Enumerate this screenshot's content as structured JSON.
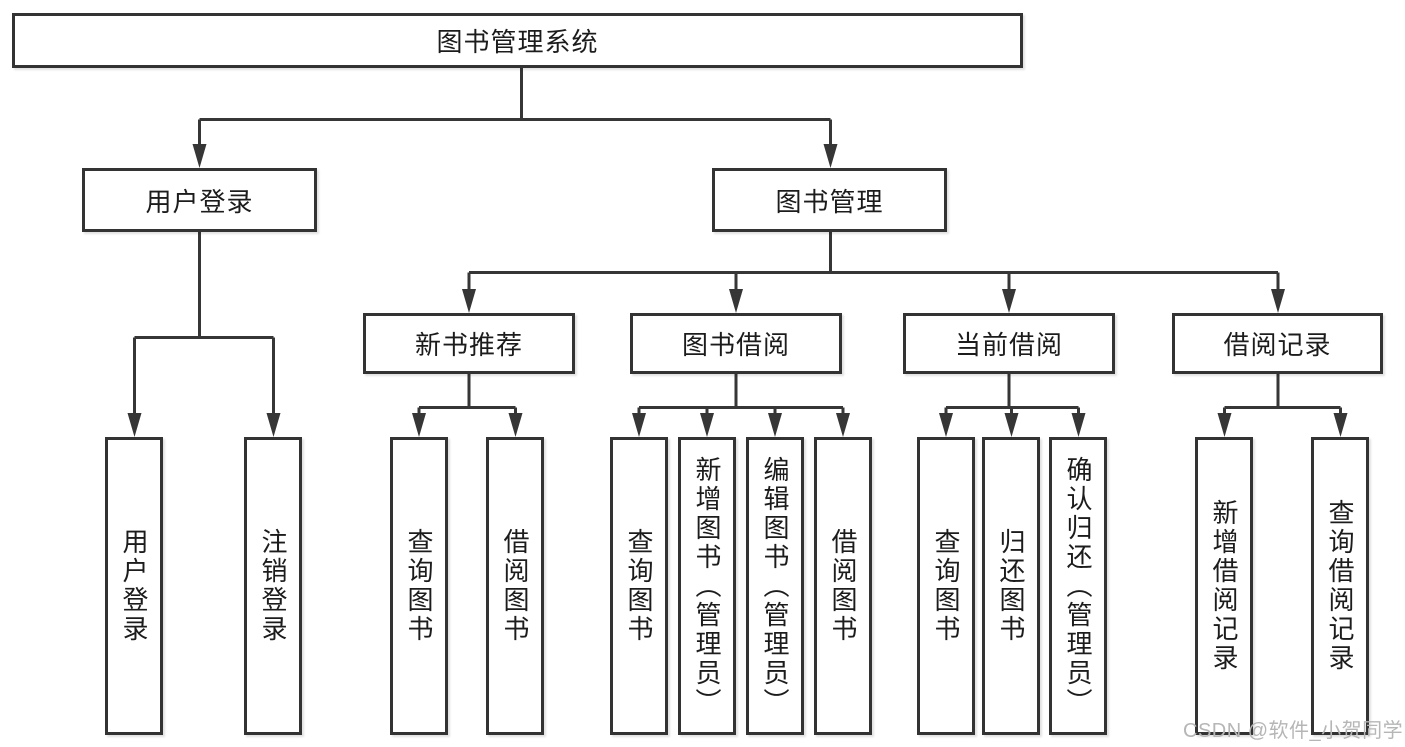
{
  "tree": {
    "label": "图书管理系统",
    "children": [
      {
        "label": "用户登录",
        "children": [
          {
            "label": "用户登录"
          },
          {
            "label": "注销登录"
          }
        ]
      },
      {
        "label": "图书管理",
        "children": [
          {
            "label": "新书推荐",
            "children": [
              {
                "label": "查询图书"
              },
              {
                "label": "借阅图书"
              }
            ]
          },
          {
            "label": "图书借阅",
            "children": [
              {
                "label": "查询图书"
              },
              {
                "label": "新增图书（管理员）"
              },
              {
                "label": "编辑图书（管理员）"
              },
              {
                "label": "借阅图书"
              }
            ]
          },
          {
            "label": "当前借阅",
            "children": [
              {
                "label": "查询图书"
              },
              {
                "label": "归还图书"
              },
              {
                "label": "确认归还（管理员）"
              }
            ]
          },
          {
            "label": "借阅记录",
            "children": [
              {
                "label": "新增借阅记录"
              },
              {
                "label": "查询借阅记录"
              }
            ]
          }
        ]
      }
    ]
  },
  "watermark": {
    "text": "CSDN @软件_小贺同学"
  },
  "colors": {
    "line": "#363636",
    "border": "#333333",
    "text": "#1c1c1c",
    "watermark": "#b6b6b6",
    "background": "#ffffff"
  }
}
